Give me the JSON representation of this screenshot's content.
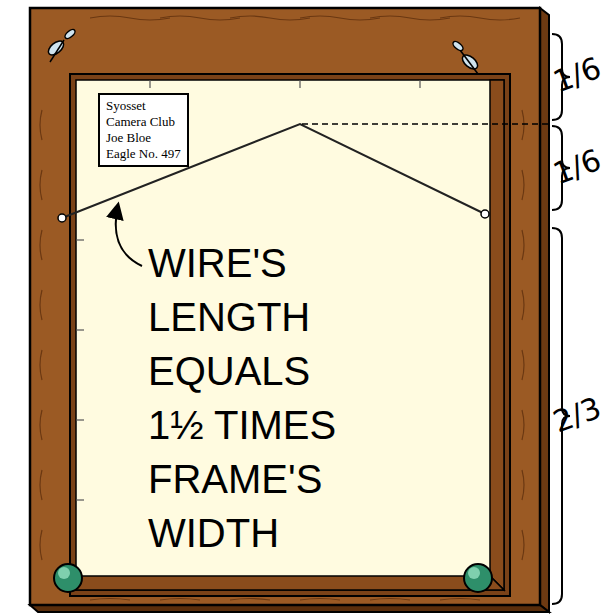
{
  "diagram": {
    "nodes": [
      {
        "text": [
          "Syosset",
          "Camera Club",
          "Joe Bloe",
          "Eagle No. 497"
        ]
      }
    ],
    "edges": [],
    "labels": [
      "WIRE'S LENGTH EQUALS 1½ TIMES FRAME'S WIDTH",
      "1/6",
      "1/6",
      "2/3"
    ]
  }
}
